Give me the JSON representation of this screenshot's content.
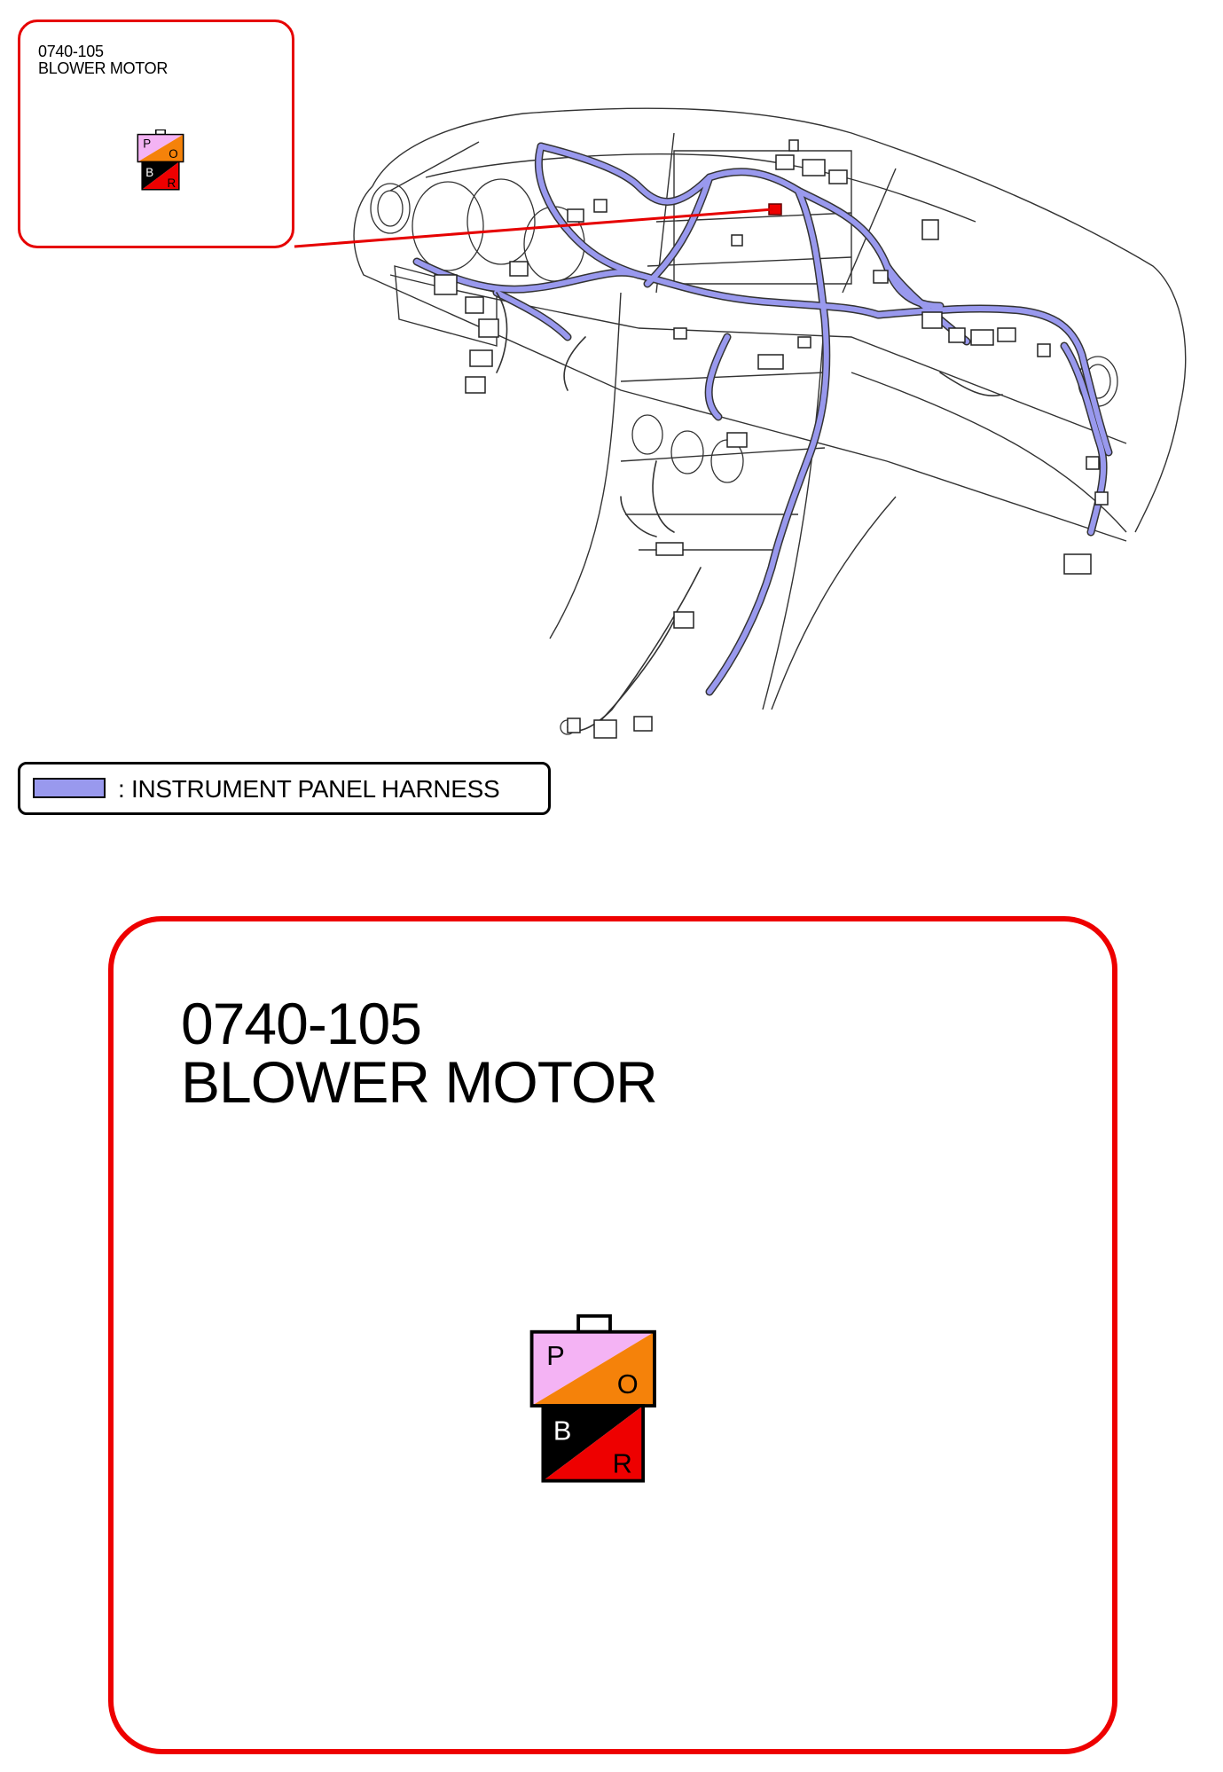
{
  "callout_small": {
    "code": "0740-105",
    "name": "BLOWER MOTOR"
  },
  "callout_large": {
    "code": "0740-105",
    "name": "BLOWER MOTOR"
  },
  "connector": {
    "pins": [
      {
        "letter": "P",
        "color": "#f4b3f4"
      },
      {
        "letter": "O",
        "color": "#f5820a"
      },
      {
        "letter": "B",
        "color": "#000000"
      },
      {
        "letter": "R",
        "color": "#ee0000"
      }
    ]
  },
  "legend": {
    "swatch_color": "#9999ee",
    "label": ": INSTRUMENT PANEL HARNESS"
  },
  "colors": {
    "callout_border": "#ee0000",
    "harness": "#9999ee",
    "outline": "#000000"
  }
}
